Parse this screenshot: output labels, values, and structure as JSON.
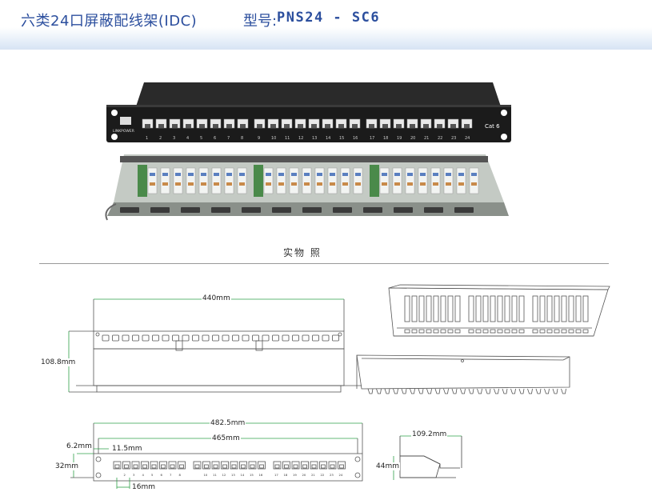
{
  "header": {
    "title": "六类24口屏蔽配线架(IDC)",
    "model_label": "型号:",
    "model": "PNS24 - SC6"
  },
  "photo": {
    "caption": "实物 照",
    "brand_label": "LINKPOWER",
    "cat_label": "Cat 6",
    "port_numbers": [
      "1",
      "2",
      "3",
      "4",
      "5",
      "6",
      "7",
      "8",
      "9",
      "10",
      "11",
      "12",
      "13",
      "14",
      "15",
      "16",
      "17",
      "18",
      "19",
      "20",
      "21",
      "22",
      "23",
      "24"
    ]
  },
  "drawing": {
    "front_port_numbers": [
      "2",
      "3",
      "4",
      "5",
      "6",
      "7",
      "8",
      "10",
      "11",
      "12",
      "13",
      "14",
      "15",
      "16",
      "17",
      "18",
      "19",
      "20",
      "21",
      "22",
      "23",
      "24"
    ]
  },
  "dimensions": {
    "top_width": "440mm",
    "height": "108.8mm",
    "total_width": "482.5mm",
    "inner_width": "465mm",
    "edge_offset": "6.2mm",
    "hole_offset": "11.5mm",
    "panel_height": "32mm",
    "port_pitch": "16mm",
    "side_depth": "109.2mm",
    "side_height": "44mm"
  }
}
